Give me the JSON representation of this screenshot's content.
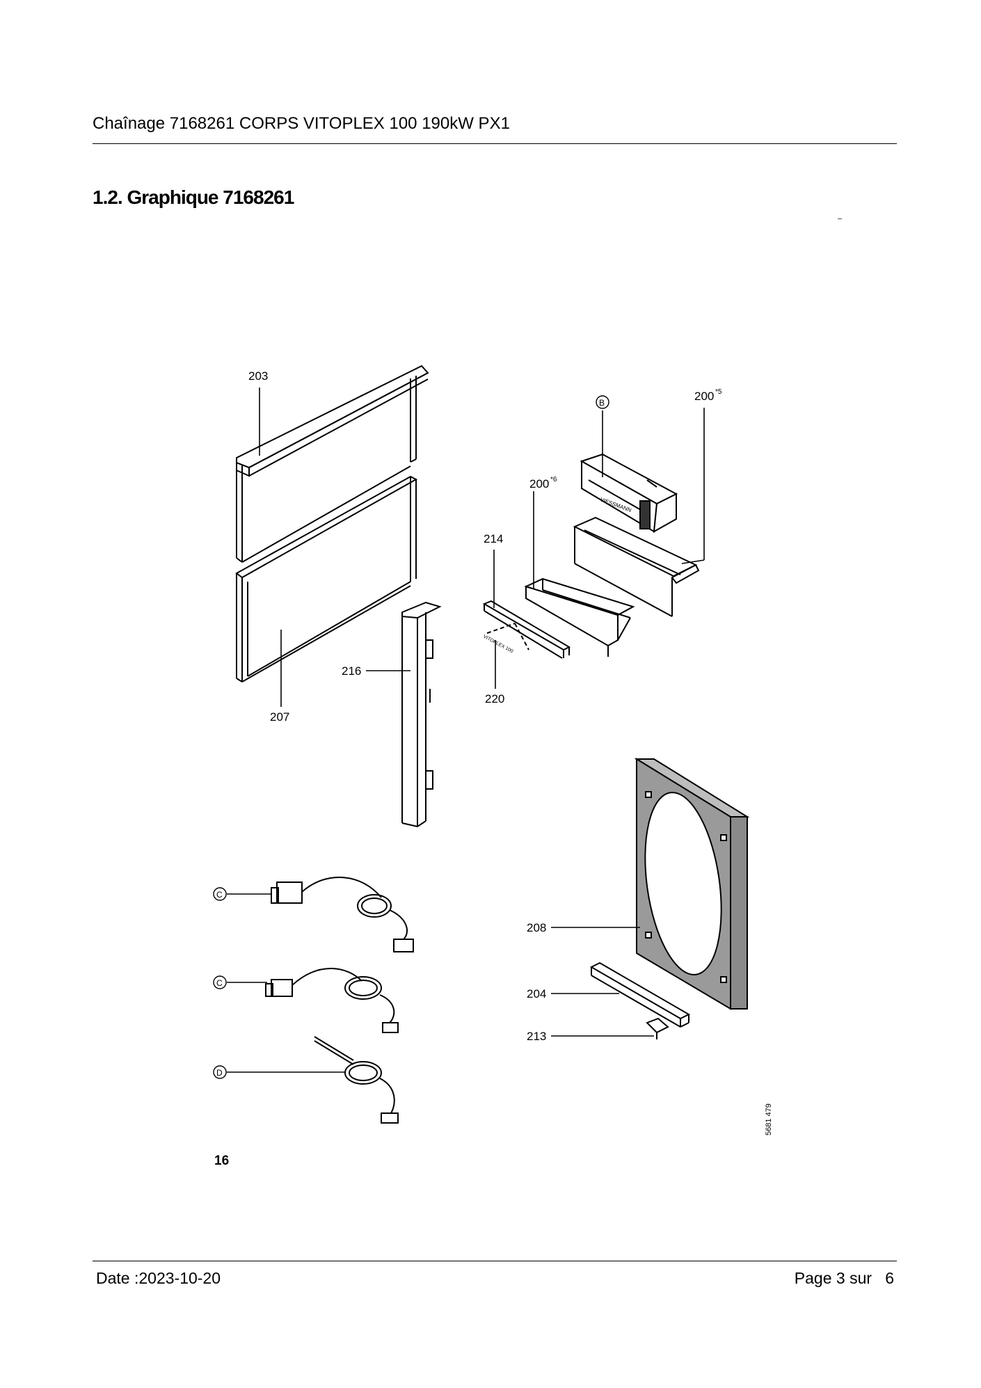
{
  "header": {
    "title": "Chaînage 7168261 CORPS VITOPLEX 100 190kW PX1"
  },
  "section": {
    "title": "1.2. Graphique 7168261"
  },
  "diagram": {
    "labels": {
      "p203": "203",
      "p207": "207",
      "p216": "216",
      "p214": "214",
      "p220": "220",
      "p200a": "200",
      "p200a_note": "*5",
      "p200b": "200",
      "p200b_note": "*6",
      "p208": "208",
      "p204": "204",
      "p213": "213",
      "callout_b": "B",
      "callout_c1": "C",
      "callout_c2": "C",
      "callout_d": "D"
    },
    "drawing_number": "5681 479",
    "page_number": "16",
    "brand_mark": "VIESSMANN",
    "plate_text": "VITOPLEX 100"
  },
  "footer": {
    "date": "Date :2023-10-20",
    "page": "Page 3 sur   6"
  }
}
